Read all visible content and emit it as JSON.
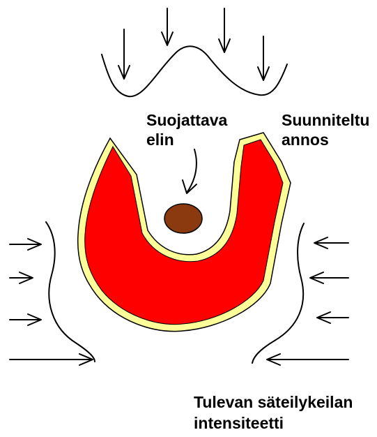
{
  "labels": {
    "protected_organ": [
      "Suojattava",
      "elin"
    ],
    "planned_dose": [
      "Suunniteltu",
      "annos"
    ],
    "beam_intensity": [
      "Tulevan säteilykeilan",
      "intensiteetti"
    ]
  },
  "colors": {
    "planned_dose_fill": "#ff0000",
    "dose_margin": "#ffff99",
    "protected_organ_fill": "#8b3a0f",
    "line": "#000000",
    "background": "#ffffff"
  },
  "icon_names": [
    "arrow-icon"
  ]
}
